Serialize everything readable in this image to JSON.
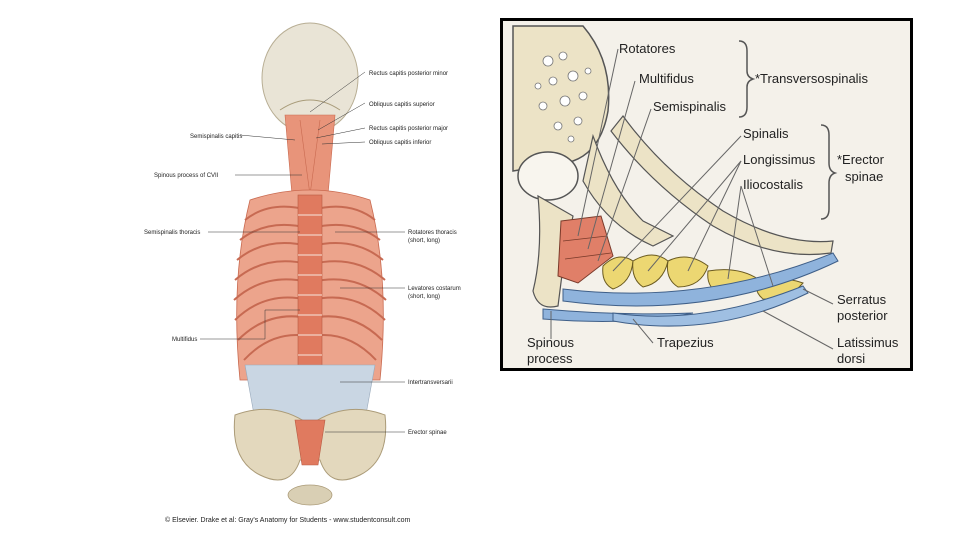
{
  "left_figure": {
    "labels": {
      "rectus_minor": "Rectus capitis posterior minor",
      "obliquus_superior": "Obliquus capitis superior",
      "rectus_major": "Rectus capitis posterior major",
      "obliquus_inferior": "Obliquus capitis inferior",
      "semispinalis_capitis": "Semispinalis capitis",
      "spinous_cvii": "Spinous process of CVII",
      "semispinalis_thoracis": "Semispinalis thoracis",
      "rotatores_thoracis": "Rotatores thoracis",
      "rotatores_sub": "(short, long)",
      "levatores_costarum": "Levatores costarum",
      "levatores_sub": "(short, long)",
      "multifidus": "Multifidus",
      "intertransversarii": "Intertransversarii",
      "erector_spinae": "Erector spinae"
    },
    "credit": "© Elsevier. Drake et al: Gray's Anatomy for Students - www.studentconsult.com"
  },
  "right_figure": {
    "labels": {
      "rotatores": "Rotatores",
      "multifidus": "Multifidus",
      "semispinalis": "Semispinalis",
      "transversospinalis": "*Transversospinalis",
      "spinalis": "Spinalis",
      "longissimus": "Longissimus",
      "iliocostalis": "Iliocostalis",
      "erector_line1": "*Erector",
      "erector_line2": "spinae",
      "serratus_line1": "Serratus",
      "serratus_line2": "posterior",
      "spinous_line1": "Spinous",
      "spinous_line2": "process",
      "trapezius": "Trapezius",
      "latissimus_line1": "Latissimus",
      "latissimus_line2": "dorsi"
    },
    "colors": {
      "bone": "#ece3c6",
      "red_muscle": "#e07f68",
      "yellow_muscle": "#ecd772",
      "blue_muscle": "#8fb3dc"
    }
  }
}
